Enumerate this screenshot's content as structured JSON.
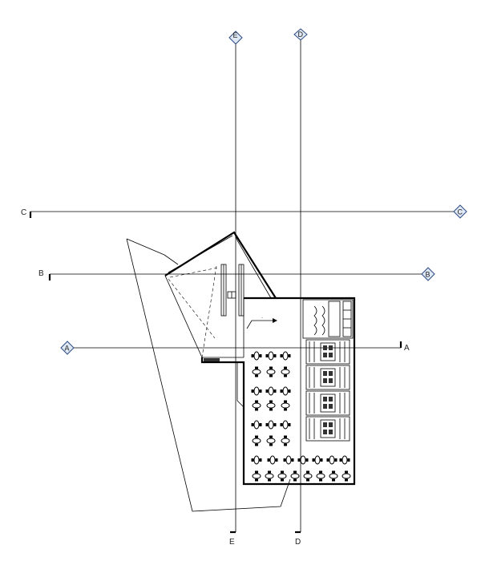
{
  "section_markers": {
    "A": "A",
    "B": "B",
    "C": "C",
    "D": "D",
    "E": "E"
  },
  "colors": {
    "line": "#000000",
    "marker": "#2d4a80",
    "marker_fill": "#dfe8f5",
    "background": "#ffffff"
  }
}
